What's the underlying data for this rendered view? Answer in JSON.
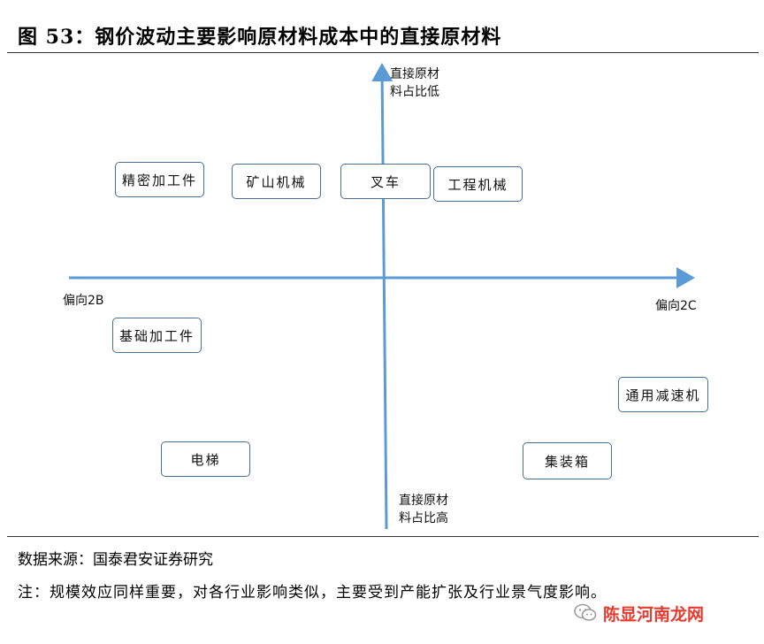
{
  "title": "图 53：钢价波动主要影响原材料成本中的直接原材料",
  "axes": {
    "top_label_line1": "直接原材",
    "top_label_line2": "料占比低",
    "bottom_label_line1": "直接原材",
    "bottom_label_line2": "料占比高",
    "left_label": "偏向2B",
    "right_label": "偏向2C",
    "color": "#5b9bd5"
  },
  "nodes": [
    {
      "label": "精密加工件"
    },
    {
      "label": "矿山机械"
    },
    {
      "label": "叉车"
    },
    {
      "label": "工程机械"
    },
    {
      "label": "基础加工件"
    },
    {
      "label": "通用减速机"
    },
    {
      "label": "电梯"
    },
    {
      "label": "集装箱"
    }
  ],
  "source": "数据来源：国泰君安证券研究",
  "note": "注：规模效应同样重要，对各行业影响类似，主要受到产能扩张及行业景气度影响。",
  "watermark": {
    "text": "陈显河南龙网",
    "icon": "wechat-icon"
  }
}
